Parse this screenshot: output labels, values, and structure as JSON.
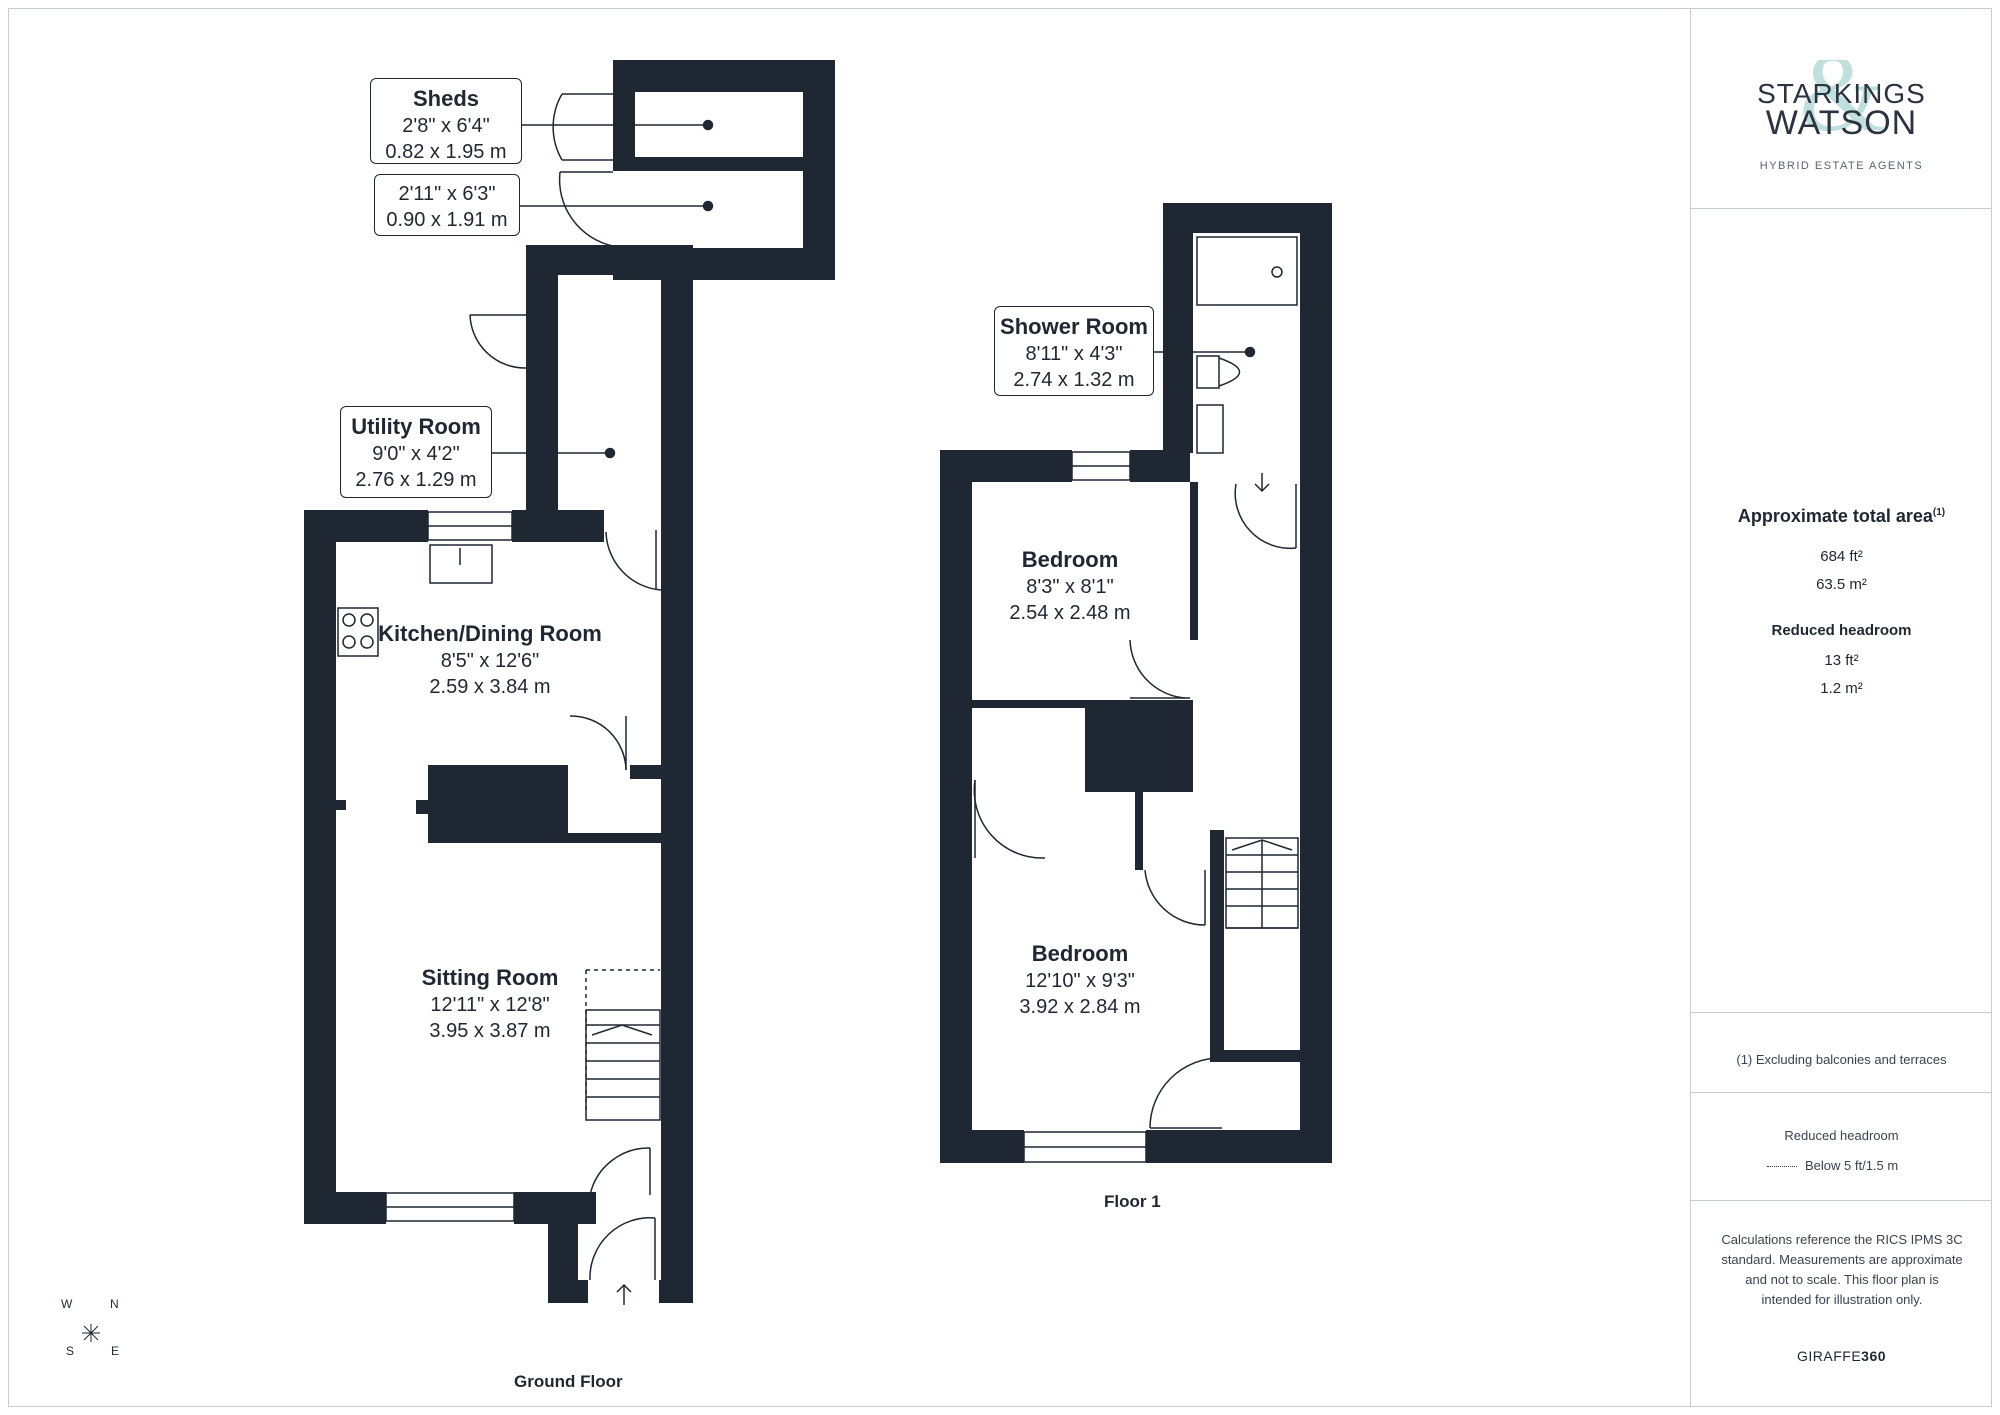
{
  "plan": {
    "rooms": [
      {
        "id": "sheds",
        "name": "Sheds",
        "dim_imperial": "2'8\" x 6'4\"",
        "dim_metric": "0.82 x 1.95 m"
      },
      {
        "id": "shed2",
        "name": "",
        "dim_imperial": "2'11\" x 6'3\"",
        "dim_metric": "0.90 x 1.91 m"
      },
      {
        "id": "utility",
        "name": "Utility Room",
        "dim_imperial": "9'0\" x 4'2\"",
        "dim_metric": "2.76 x 1.29 m"
      },
      {
        "id": "kitchen",
        "name": "Kitchen/Dining Room",
        "dim_imperial": "8'5\" x 12'6\"",
        "dim_metric": "2.59 x 3.84 m"
      },
      {
        "id": "sitting",
        "name": "Sitting Room",
        "dim_imperial": "12'11\" x 12'8\"",
        "dim_metric": "3.95 x 3.87 m"
      },
      {
        "id": "shower",
        "name": "Shower Room",
        "dim_imperial": "8'11\" x 4'3\"",
        "dim_metric": "2.74 x 1.32 m"
      },
      {
        "id": "bedroom1",
        "name": "Bedroom",
        "dim_imperial": "8'3\" x 8'1\"",
        "dim_metric": "2.54 x 2.48 m"
      },
      {
        "id": "bedroom2",
        "name": "Bedroom",
        "dim_imperial": "12'10\" x 9'3\"",
        "dim_metric": "3.92 x 2.84 m"
      }
    ],
    "floors": {
      "ground": "Ground Floor",
      "first": "Floor 1"
    },
    "compass": {
      "w": "W",
      "n": "N",
      "s": "S",
      "e": "E"
    }
  },
  "sidebar": {
    "logo_line1": "STARKINGS",
    "logo_line2": "WATSON",
    "logo_tagline": "HYBRID ESTATE AGENTS",
    "area_heading": "Approximate total area",
    "area_heading_sup": "(1)",
    "area_ft": "684 ft²",
    "area_m": "63.5 m²",
    "headroom_heading": "Reduced headroom",
    "headroom_ft": "13 ft²",
    "headroom_m": "1.2 m²",
    "footnote": "(1) Excluding balconies and terraces",
    "legend_title": "Reduced headroom",
    "legend_text": "Below 5 ft/1.5 m",
    "disclaimer": "Calculations reference the RICS IPMS 3C standard. Measurements are approximate and not to scale. This floor plan is intended for illustration only.",
    "brand_left": "GIRAFFE",
    "brand_right": "360"
  },
  "colors": {
    "wall": "#1f2733",
    "line": "#1f2733",
    "border": "#c9ccd1",
    "logo_amp": "#bfe0dc"
  }
}
